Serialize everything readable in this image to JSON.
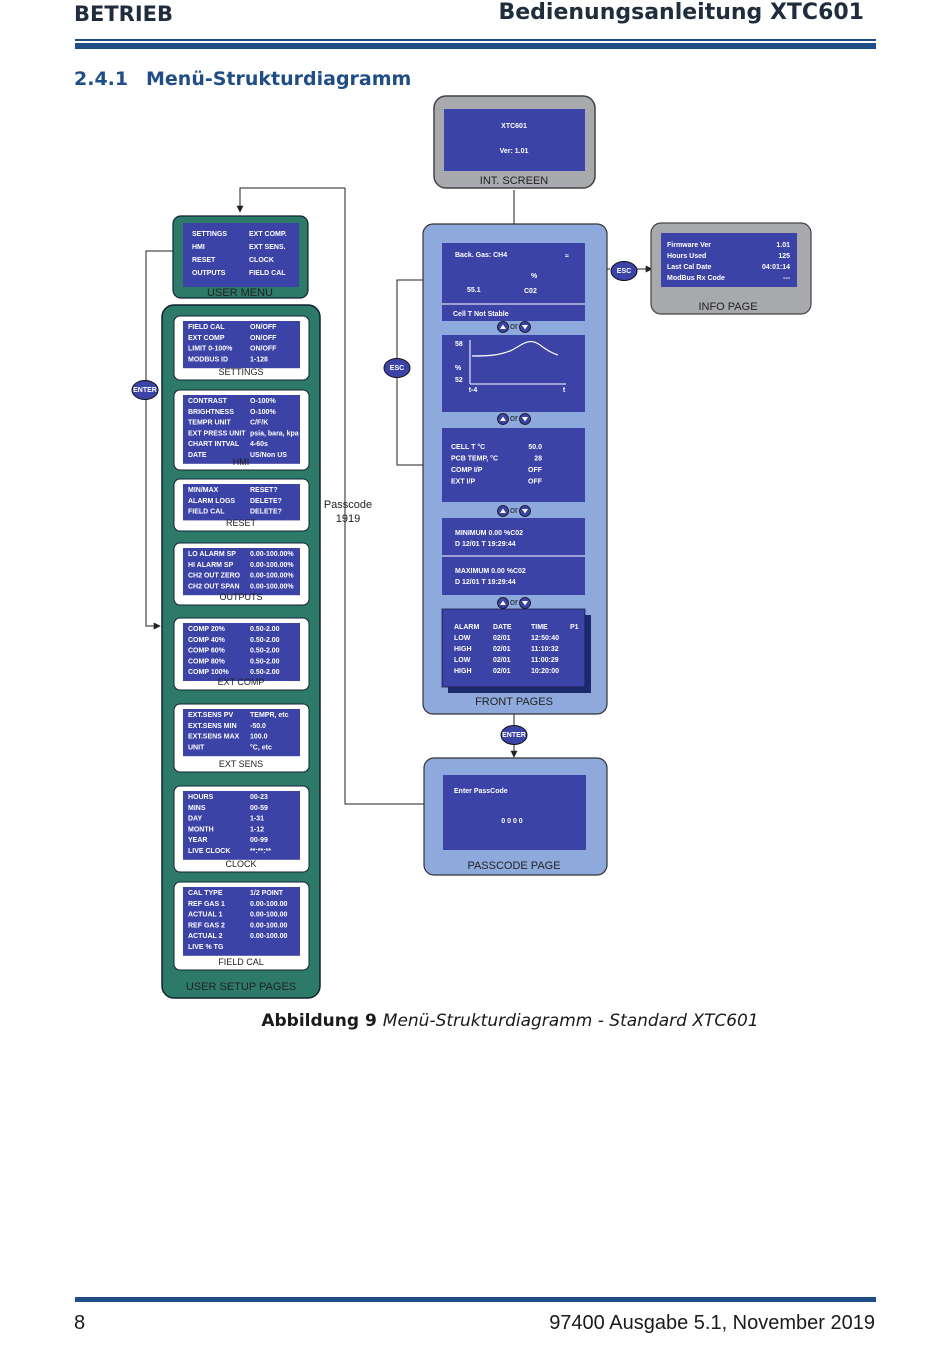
{
  "header": {
    "left": "BETRIEB",
    "right": "Bedienungsanleitung XTC601"
  },
  "section": {
    "number": "2.4.1",
    "title": "Menü-Strukturdiagramm"
  },
  "caption": {
    "label": "Abbildung 9",
    "text": "Menü-Strukturdiagramm - Standard XTC601"
  },
  "footer": {
    "page": "8",
    "edition": "97400 Ausgabe 5.1, November 2019"
  },
  "diagram": {
    "int_screen": {
      "title": "XTC601",
      "version": "Ver:  1.01",
      "label": "INT. SCREEN"
    },
    "user_menu": {
      "rows": [
        [
          "SETTINGS",
          "EXT COMP."
        ],
        [
          "HMI",
          "EXT SENS."
        ],
        [
          "RESET",
          "CLOCK"
        ],
        [
          "OUTPUTS",
          "FIELD CAL"
        ]
      ],
      "label": "USER MENU"
    },
    "setup_pages": [
      {
        "label": "SETTINGS",
        "rows": [
          [
            "FIELD CAL",
            "ON/OFF"
          ],
          [
            "EXT COMP",
            "ON/OFF"
          ],
          [
            "LIMIT 0-100%",
            "ON/OFF"
          ],
          [
            "MODBUS ID",
            "1-128"
          ]
        ]
      },
      {
        "label": "HMI",
        "rows": [
          [
            "CONTRAST",
            "O-100%"
          ],
          [
            "BRIGHTNESS",
            "O-100%"
          ],
          [
            "TEMPR UNIT",
            "C/F/K"
          ],
          [
            "EXT PRESS UNIT",
            "psia, bara, kpa"
          ],
          [
            "CHART INTVAL",
            "4-60s"
          ],
          [
            "DATE",
            "US/Non US"
          ]
        ]
      },
      {
        "label": "RESET",
        "rows": [
          [
            "MIN/MAX",
            "RESET?"
          ],
          [
            "ALARM LOGS",
            "DELETE?"
          ],
          [
            "FIELD CAL",
            "DELETE?"
          ]
        ]
      },
      {
        "label": "OUTPUTS",
        "rows": [
          [
            "LO ALARM SP",
            "0.00-100.00%"
          ],
          [
            "HI ALARM SP",
            "0.00-100.00%"
          ],
          [
            "CH2 OUT ZERO",
            "0.00-100.00%"
          ],
          [
            "CH2 OUT SPAN",
            "0.00-100.00%"
          ]
        ]
      },
      {
        "label": "EXT COMP",
        "rows": [
          [
            "COMP 20%",
            "0.50-2.00"
          ],
          [
            "COMP 40%",
            "0.50-2.00"
          ],
          [
            "COMP 60%",
            "0.50-2.00"
          ],
          [
            "COMP 80%",
            "0.50-2.00"
          ],
          [
            "COMP 100%",
            "0.50-2.00"
          ]
        ]
      },
      {
        "label": "EXT SENS",
        "rows": [
          [
            "EXT.SENS PV",
            "TEMPR, etc"
          ],
          [
            "EXT.SENS MIN",
            "-50.0"
          ],
          [
            "EXT.SENS MAX",
            "100.0"
          ],
          [
            "UNIT",
            "°C, etc"
          ]
        ]
      },
      {
        "label": "CLOCK",
        "rows": [
          [
            "HOURS",
            "00-23"
          ],
          [
            "MINS",
            "00-59"
          ],
          [
            "DAY",
            "1-31"
          ],
          [
            "MONTH",
            "1-12"
          ],
          [
            "YEAR",
            "00-99"
          ],
          [
            "LIVE CLOCK",
            "**:**:**"
          ]
        ]
      },
      {
        "label": "FIELD CAL",
        "rows": [
          [
            "CAL TYPE",
            "1/2 POINT"
          ],
          [
            "REF GAS 1",
            "0.00-100.00"
          ],
          [
            "ACTUAL 1",
            "0.00-100.00"
          ],
          [
            "REF GAS 2",
            "0.00-100.00"
          ],
          [
            "ACTUAL 2",
            "0.00-100.00"
          ],
          [
            "LIVE % TG",
            ""
          ]
        ]
      }
    ],
    "setup_pages_label": "USER SETUP PAGES",
    "passcode_note": [
      "Passcode",
      "1919"
    ],
    "front_main": {
      "back_gas": "Back. Gas:  CH4",
      "value": "55.1",
      "unit_top": "%",
      "unit_bottom": "C02",
      "status": "Cell T Not Stable"
    },
    "nav_or": "or",
    "chart": {
      "y_top": "58",
      "y_unit": "%",
      "y_bottom": "52",
      "x_left": "t-4",
      "x_right": "t"
    },
    "diag": {
      "rows": [
        [
          "CELL T °C",
          "50.0"
        ],
        [
          "PCB TEMP, °C",
          "28"
        ],
        [
          "COMP I/P",
          "OFF"
        ],
        [
          "EXT I/P",
          "OFF"
        ]
      ]
    },
    "minmax": {
      "min_line1": "MINIMUM    0.00  %C02",
      "min_line2": "D 12/01        T   19:29:44",
      "max_line1": "MAXIMUM    0.00  %C02",
      "max_line2": "D 12/01        T   19:29:44"
    },
    "alarm": {
      "headers": [
        "ALARM",
        "DATE",
        "TIME",
        "P1"
      ],
      "rows": [
        [
          "LOW",
          "02/01",
          "12:50:40"
        ],
        [
          "HIGH",
          "02/01",
          "11:10:32"
        ],
        [
          "LOW",
          "02/01",
          "11:00:29"
        ],
        [
          "HIGH",
          "02/01",
          "10:20:00"
        ]
      ]
    },
    "front_label": "FRONT PAGES",
    "info": {
      "rows": [
        [
          "Firmware Ver",
          "1.01"
        ],
        [
          "Hours Used",
          "125"
        ],
        [
          "Last Cal Date",
          "04:01:14"
        ],
        [
          "ModBus Rx Code",
          "---"
        ]
      ],
      "label": "INFO PAGE"
    },
    "passcode_page": {
      "title": "Enter PassCode",
      "code": "0 0 0 0",
      "label": "PASSCODE PAGE"
    },
    "buttons": {
      "esc": "ESC",
      "enter": "ENTER"
    },
    "colors": {
      "teal": "#2c7a67",
      "lcd": "#3b43a7",
      "light_blue": "#8eaadc",
      "gray": "#a7a9ac",
      "header_blue": "#1f4e86"
    }
  }
}
